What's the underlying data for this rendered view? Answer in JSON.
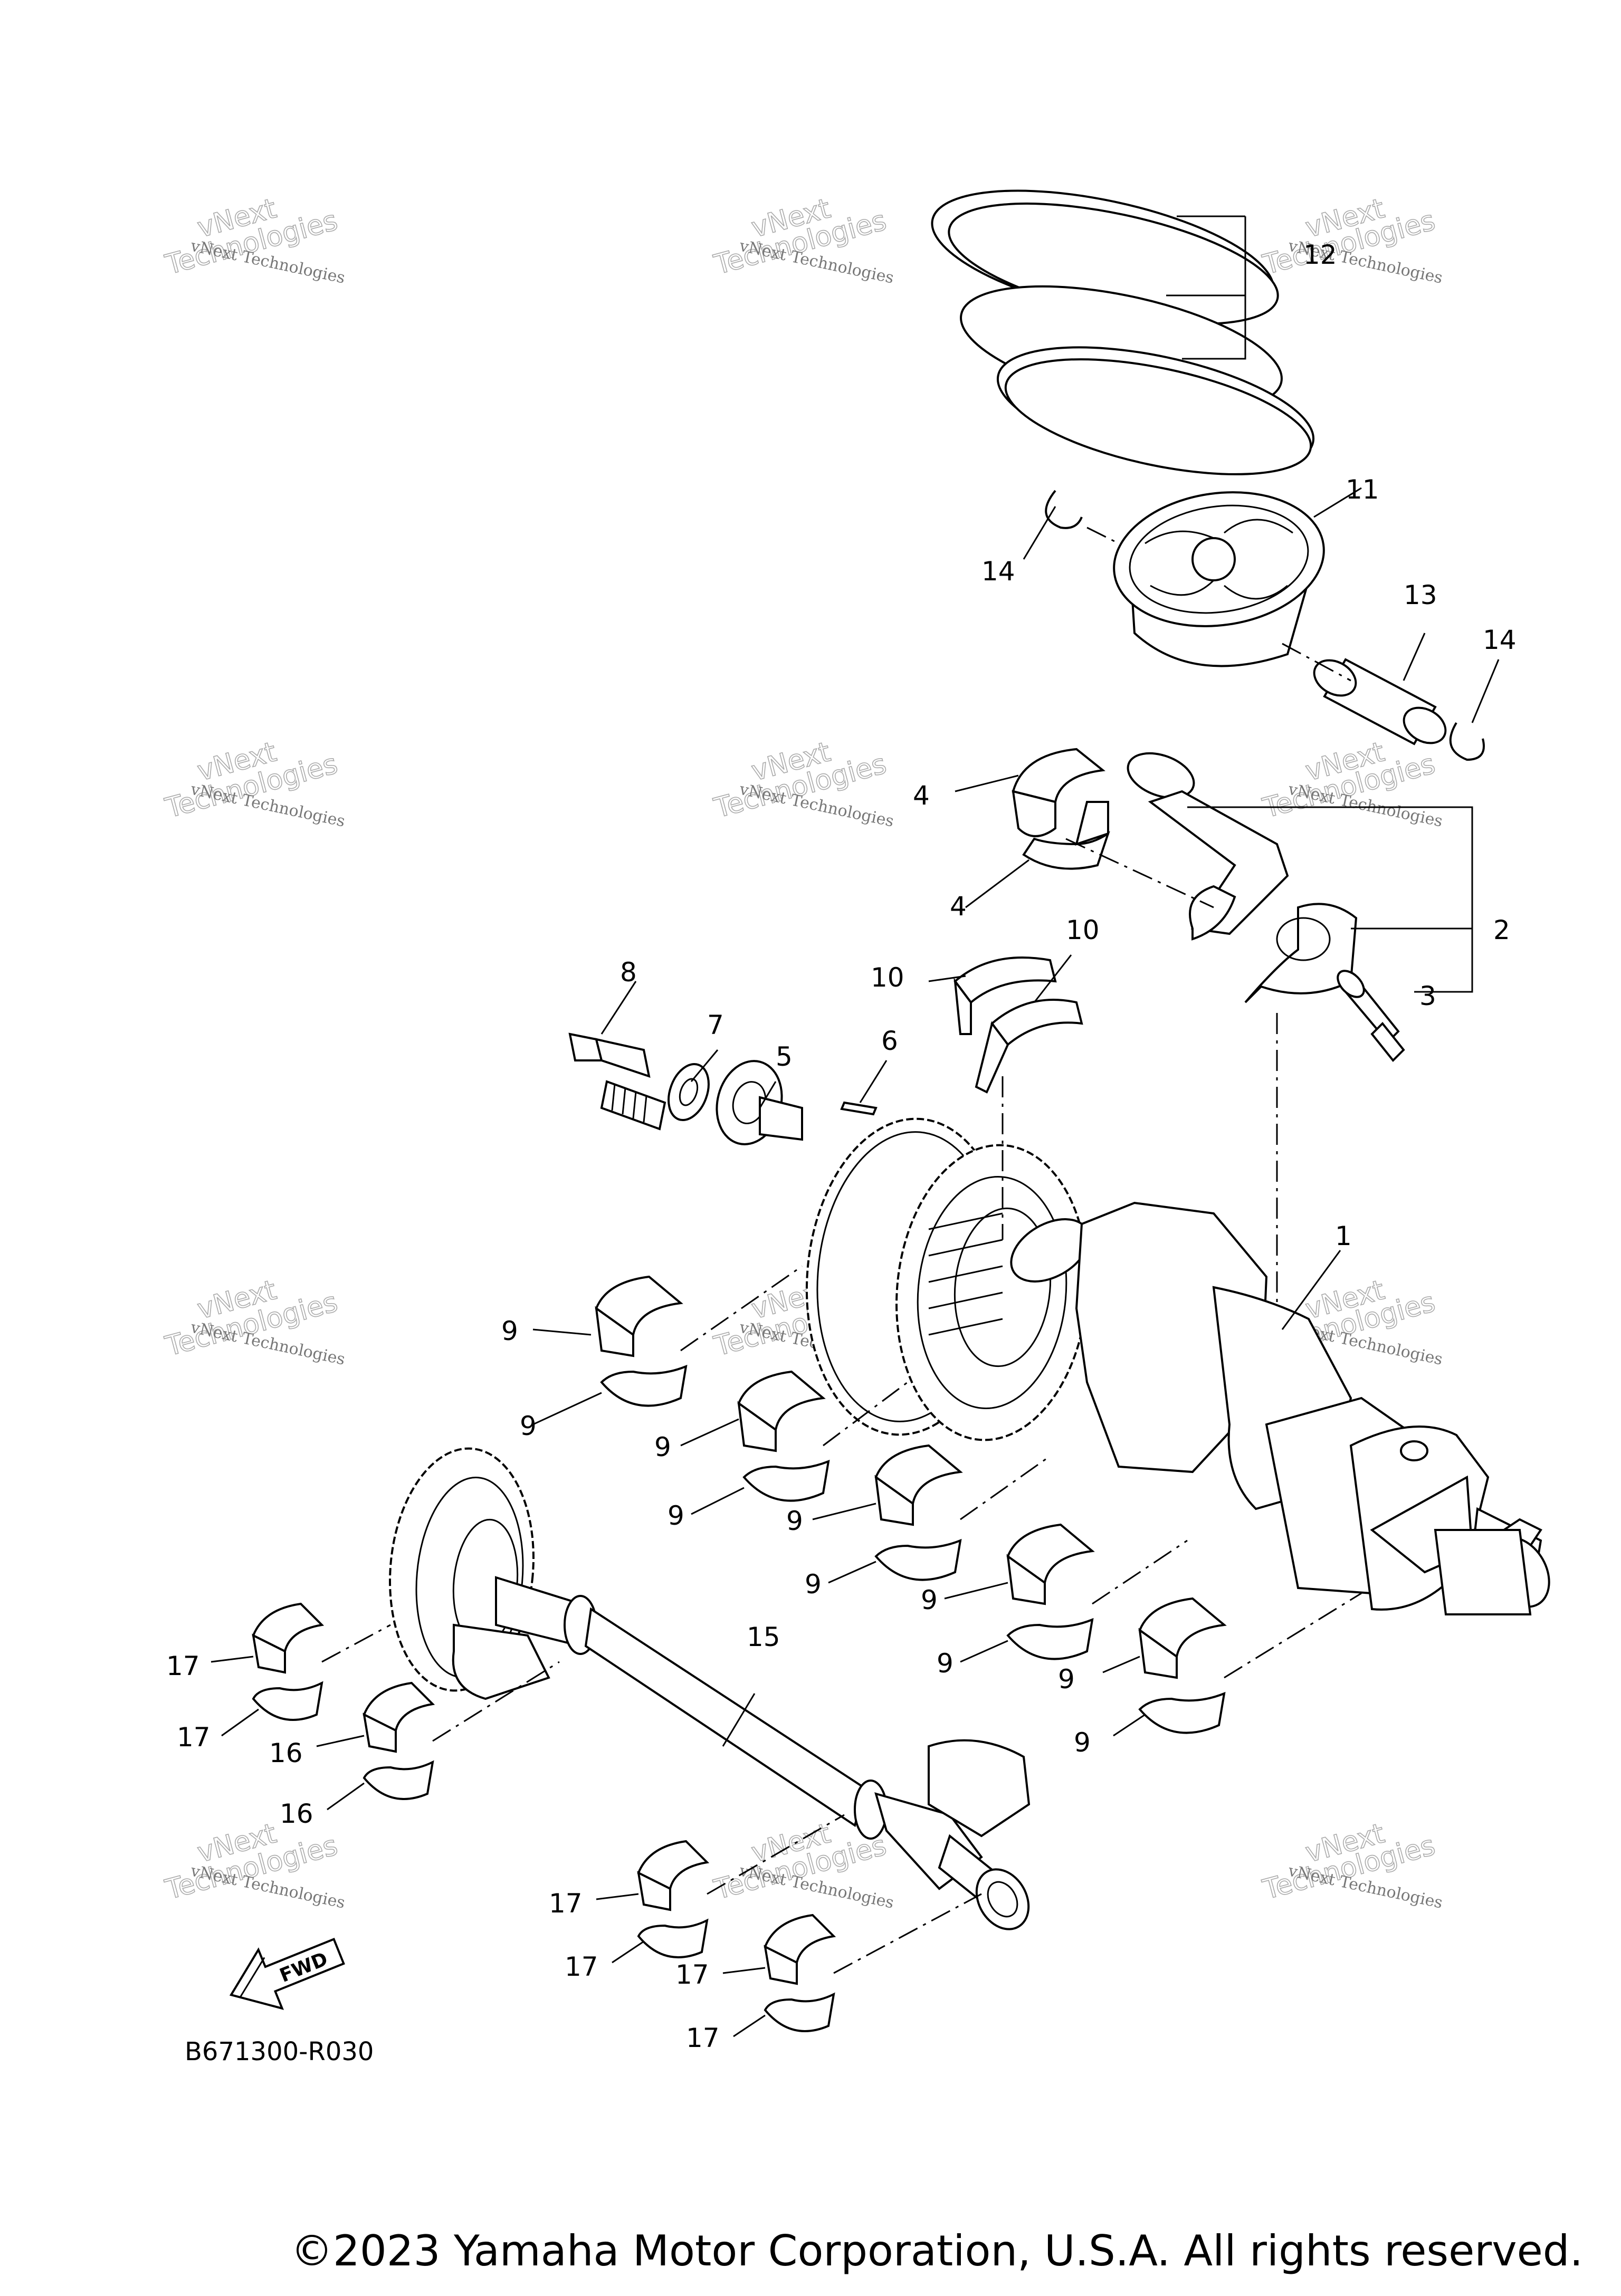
{
  "diagram_code": "B671300-R030",
  "fwd_label": "FWD",
  "watermark": {
    "line1": "vNext",
    "line2": "Technologies",
    "small": "vNext Technologies"
  },
  "copyright": "©2023 Yamaha Motor Corporation, U.S.A. All rights reserved.",
  "callouts": [
    "1",
    "2",
    "3",
    "4",
    "5",
    "6",
    "7",
    "8",
    "9",
    "10",
    "11",
    "12",
    "13",
    "14",
    "15",
    "16",
    "17"
  ]
}
